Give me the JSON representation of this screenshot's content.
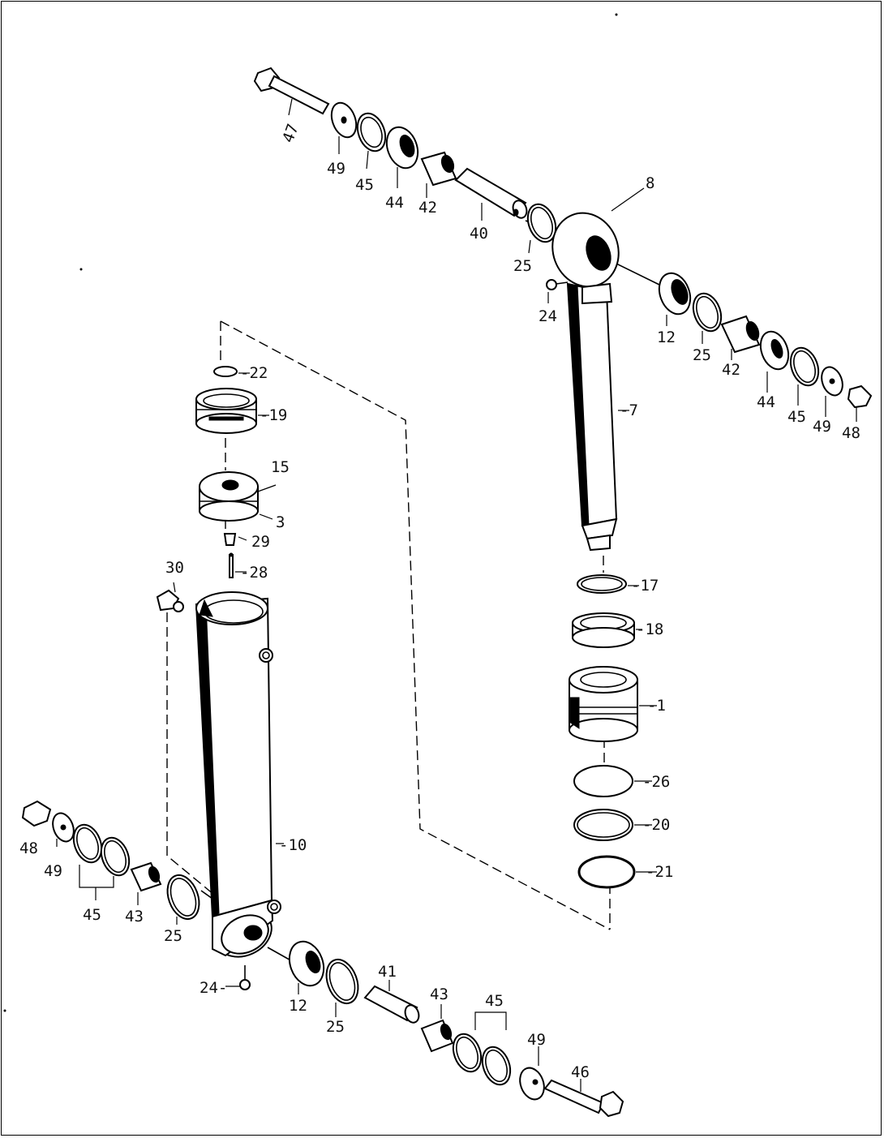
{
  "diagram": {
    "labels": [
      {
        "id": "47-top",
        "text": "47"
      },
      {
        "id": "49-top",
        "text": "49"
      },
      {
        "id": "45-top",
        "text": "45"
      },
      {
        "id": "44-top",
        "text": "44"
      },
      {
        "id": "42-top",
        "text": "42"
      },
      {
        "id": "40",
        "text": "40"
      },
      {
        "id": "25-top",
        "text": "25"
      },
      {
        "id": "8",
        "text": "8"
      },
      {
        "id": "24-top",
        "text": "24"
      },
      {
        "id": "12-right",
        "text": "12"
      },
      {
        "id": "25-right",
        "text": "25"
      },
      {
        "id": "42-right",
        "text": "42"
      },
      {
        "id": "44-right",
        "text": "44"
      },
      {
        "id": "45-right",
        "text": "45"
      },
      {
        "id": "49-right",
        "text": "49"
      },
      {
        "id": "48-right",
        "text": "48"
      },
      {
        "id": "7",
        "text": "-7"
      },
      {
        "id": "17",
        "text": "-17"
      },
      {
        "id": "18",
        "text": "-18"
      },
      {
        "id": "1",
        "text": "-1"
      },
      {
        "id": "26",
        "text": "-26"
      },
      {
        "id": "20",
        "text": "-20"
      },
      {
        "id": "21",
        "text": "-21"
      },
      {
        "id": "22",
        "text": "-22"
      },
      {
        "id": "19",
        "text": "-19"
      },
      {
        "id": "15",
        "text": "15"
      },
      {
        "id": "3",
        "text": "3"
      },
      {
        "id": "29",
        "text": "29"
      },
      {
        "id": "28",
        "text": "-28"
      },
      {
        "id": "30",
        "text": "30"
      },
      {
        "id": "10",
        "text": "-10"
      },
      {
        "id": "48-left",
        "text": "48"
      },
      {
        "id": "49-left",
        "text": "49"
      },
      {
        "id": "45-left",
        "text": "45"
      },
      {
        "id": "43-left",
        "text": "43"
      },
      {
        "id": "25-left",
        "text": "25"
      },
      {
        "id": "24-bottom",
        "text": "24-"
      },
      {
        "id": "12-bottom",
        "text": "12"
      },
      {
        "id": "25-bottom",
        "text": "25"
      },
      {
        "id": "41",
        "text": "41"
      },
      {
        "id": "43-bottom",
        "text": "43"
      },
      {
        "id": "45-bottom",
        "text": "45"
      },
      {
        "id": "49-bottom",
        "text": "49"
      },
      {
        "id": "46",
        "text": "46"
      }
    ]
  }
}
